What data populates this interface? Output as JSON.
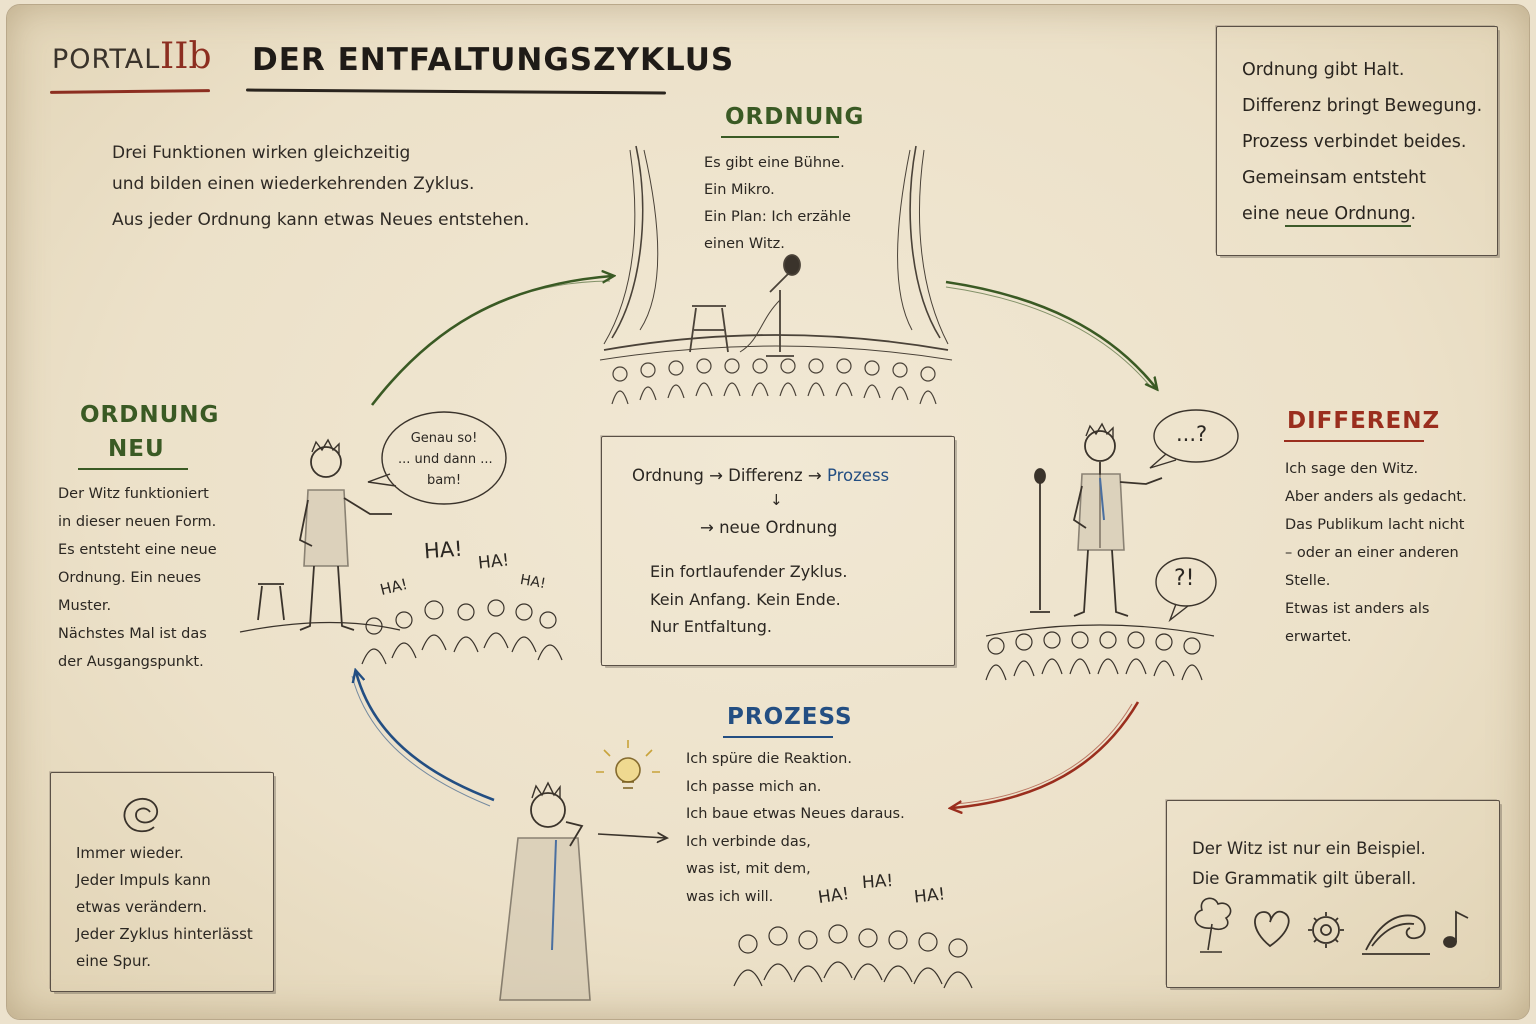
{
  "header": {
    "portal_label": "PORTAL",
    "portal_number": "IIb",
    "title": "DER ENTFALTUNGSZYKLUS"
  },
  "intro": {
    "lines": [
      "Drei Funktionen wirken gleichzeitig",
      "und bilden einen wiederkehrenden Zyklus.",
      "Aus jeder Ordnung kann etwas Neues entstehen."
    ]
  },
  "summary_box": {
    "lines": [
      "Ordnung gibt Halt.",
      "Differenz bringt Bewegung.",
      "Prozess verbindet beides.",
      "Gemeinsam entsteht"
    ],
    "last_prefix": "eine ",
    "last_emphasis": "neue Ordnung",
    "last_suffix": "."
  },
  "ordnung": {
    "title": "ORDNUNG",
    "lines": [
      "Es gibt eine Bühne.",
      "Ein Mikro.",
      "Ein Plan: Ich erzähle",
      "einen Witz."
    ]
  },
  "differenz": {
    "title": "DIFFERENZ",
    "lines": [
      "Ich sage den Witz.",
      "Aber anders als gedacht.",
      "Das Publikum lacht nicht",
      "– oder an einer anderen",
      "Stelle.",
      "Etwas ist anders als",
      "erwartet."
    ],
    "bubble_top": "...?",
    "bubble_bottom": "?!"
  },
  "prozess": {
    "title": "PROZESS",
    "lines": [
      "Ich spüre die Reaktion.",
      "Ich passe mich an.",
      "Ich baue etwas Neues daraus.",
      "Ich verbinde das,",
      "was ist, mit dem,",
      "was ich will."
    ],
    "laughs": [
      "HA!",
      "HA!",
      "HA!"
    ]
  },
  "ordnung_neu": {
    "title_line1": "ORDNUNG",
    "title_line2": "NEU",
    "lines": [
      "Der Witz funktioniert",
      "in dieser neuen Form.",
      "Es entsteht eine neue",
      "Ordnung. Ein neues",
      "Muster.",
      "Nächstes Mal ist das",
      "der Ausgangspunkt."
    ],
    "bubble_lines": [
      "Genau so!",
      "... und dann ...",
      "bam!"
    ],
    "laughs": [
      "HA!",
      "HA!",
      "HA!",
      "HA!"
    ]
  },
  "center_box": {
    "flow_ordnung": "Ordnung",
    "flow_differenz": "Differenz",
    "flow_prozess": "Prozess",
    "arrow": "→",
    "down_arrow": "↓",
    "flow_new": "neue Ordnung",
    "lines": [
      "Ein fortlaufender Zyklus.",
      "Kein Anfang. Kein Ende.",
      "Nur Entfaltung."
    ]
  },
  "bottom_left_box": {
    "icon": "spiral-icon",
    "lines": [
      "Immer wieder.",
      "Jeder Impuls kann",
      "etwas verändern.",
      "Jeder Zyklus hinterlässt",
      "eine Spur."
    ]
  },
  "bottom_right_box": {
    "lines": [
      "Der Witz ist nur ein Beispiel.",
      "Die Grammatik gilt überall."
    ],
    "icons": [
      "tree-icon",
      "heart-icon",
      "gear-icon",
      "wave-icon",
      "music-note-icon"
    ]
  },
  "colors": {
    "ordnung_green": "#3a5a24",
    "differenz_red": "#9a2e1e",
    "prozess_blue": "#234e82",
    "ink": "#2b2722",
    "paper": "#ece1c9"
  }
}
